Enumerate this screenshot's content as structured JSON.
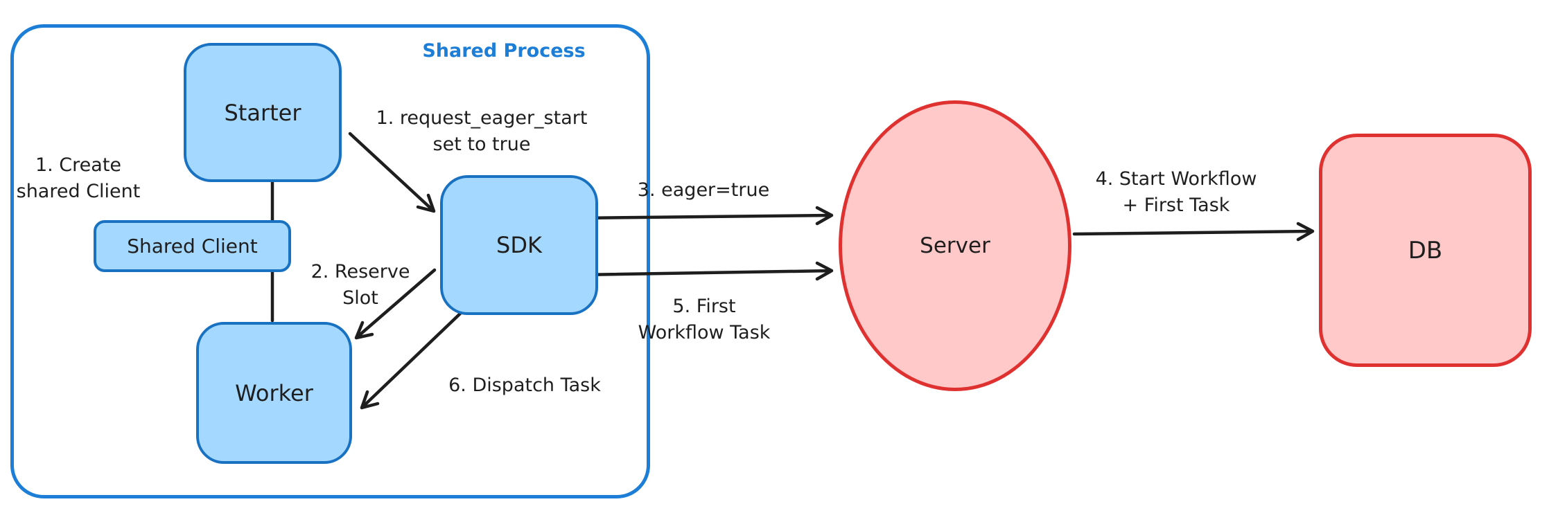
{
  "diagram": {
    "container_title": "Shared Process",
    "nodes": {
      "starter": "Starter",
      "shared_client": "Shared Client",
      "worker": "Worker",
      "sdk": "SDK",
      "server": "Server",
      "db": "DB"
    },
    "edge_labels": {
      "create_client": "1. Create\nshared Client",
      "request_eager_start": "1. request_eager_start\nset to true",
      "reserve_slot": "2. Reserve\nSlot",
      "eager_true": "3. eager=true",
      "start_workflow": "4. Start Workflow\n+ First Task",
      "first_workflow_task": "5. First\nWorkflow Task",
      "dispatch_task": "6. Dispatch Task"
    },
    "colors": {
      "container_stroke": "#1c7ed6",
      "blue_node_stroke": "#1971c2",
      "blue_node_fill": "#a5d8ff",
      "red_node_stroke": "#e03131",
      "red_node_fill": "#ffc9c9",
      "arrow": "#1e1e1e",
      "text": "#1e1e1e",
      "background": "#ffffff"
    }
  }
}
